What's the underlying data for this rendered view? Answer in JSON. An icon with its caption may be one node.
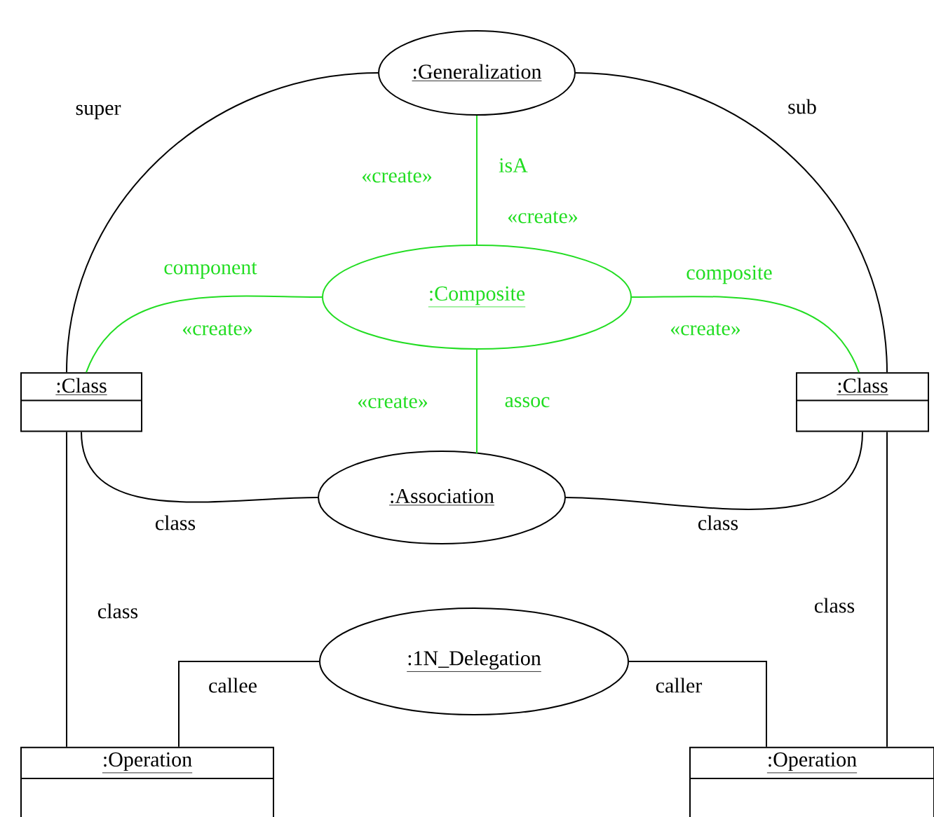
{
  "diagram": {
    "nodes": [
      {
        "text": [
          ":Generalization"
        ]
      },
      {
        "text": [
          ":Composite"
        ]
      },
      {
        "text": [
          ":Class"
        ]
      },
      {
        "text": [
          ":Class"
        ]
      },
      {
        "text": [
          ":Association"
        ]
      },
      {
        "text": [
          ":1N_Delegation"
        ]
      },
      {
        "text": [
          ":Operation"
        ]
      },
      {
        "text": [
          ":Operation"
        ]
      }
    ],
    "edges": [
      {
        "from": 2,
        "to": 0,
        "arrow": "none",
        "label": "super"
      },
      {
        "from": 0,
        "to": 3,
        "arrow": "none",
        "label": "sub"
      },
      {
        "from": 1,
        "to": 0,
        "arrow": "none",
        "label": "isA",
        "color": "#22dd22"
      },
      {
        "from": 1,
        "to": 2,
        "arrow": "none",
        "label": "component",
        "color": "#22dd22"
      },
      {
        "from": 1,
        "to": 3,
        "arrow": "none",
        "label": "composite",
        "color": "#22dd22"
      },
      {
        "from": 1,
        "to": 4,
        "arrow": "none",
        "label": "assoc",
        "color": "#22dd22"
      },
      {
        "from": 2,
        "to": 4,
        "arrow": "none",
        "label": "class"
      },
      {
        "from": 4,
        "to": 3,
        "arrow": "none",
        "label": "class"
      },
      {
        "from": 2,
        "to": 6,
        "arrow": "none",
        "label": "class"
      },
      {
        "from": 3,
        "to": 7,
        "arrow": "none",
        "label": "class"
      },
      {
        "from": 5,
        "to": 6,
        "arrow": "none",
        "label": "callee"
      },
      {
        "from": 5,
        "to": 7,
        "arrow": "none",
        "label": "caller"
      }
    ],
    "labels": [
      "«create»",
      "«create»",
      "«create»",
      "«create»",
      "«create»"
    ]
  }
}
